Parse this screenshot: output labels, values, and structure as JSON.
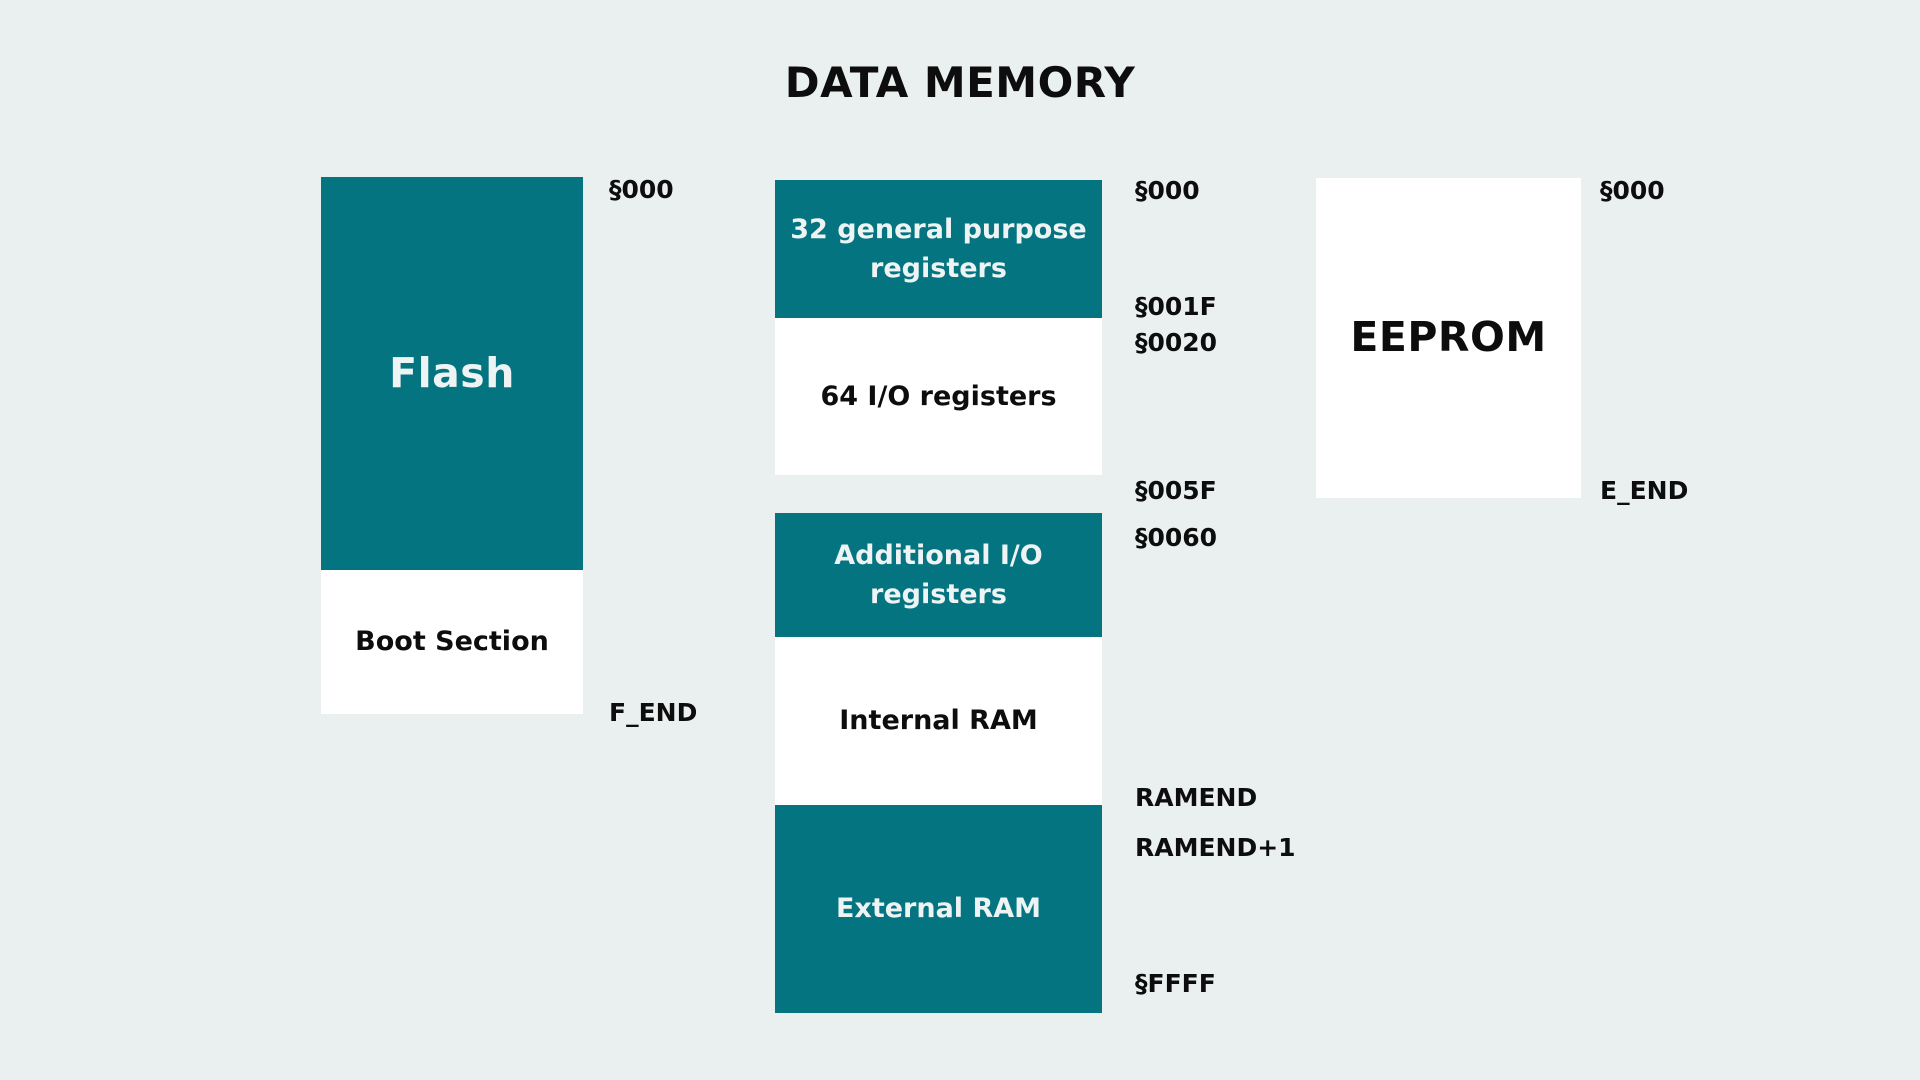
{
  "diagram": {
    "title": "DATA MEMORY",
    "background_color": "#eaf0f0",
    "accent_color": "#047481",
    "block_fill_alt_color": "#ffffff",
    "text_dark_color": "#0d0d0d",
    "text_light_color": "#eef3f3"
  },
  "columns": [
    {
      "name": "program-memory",
      "blocks": [
        {
          "label": "Flash",
          "fill": "teal",
          "emphasis": "large"
        },
        {
          "label": "Boot Section",
          "fill": "white",
          "emphasis": "normal"
        }
      ],
      "addresses": [
        {
          "label": "§000"
        },
        {
          "label": "F_END"
        }
      ]
    },
    {
      "name": "data-memory",
      "blocks": [
        {
          "label": "32 general purpose registers",
          "fill": "teal",
          "emphasis": "normal"
        },
        {
          "label": "64 I/O registers",
          "fill": "white",
          "emphasis": "normal"
        },
        {
          "label": "Additional I/O registers",
          "fill": "teal",
          "emphasis": "normal"
        },
        {
          "label": "Internal RAM",
          "fill": "white",
          "emphasis": "normal"
        },
        {
          "label": "External RAM",
          "fill": "teal",
          "emphasis": "normal"
        }
      ],
      "addresses": [
        {
          "label": "§000"
        },
        {
          "label": "§001F"
        },
        {
          "label": "§0020"
        },
        {
          "label": "§005F"
        },
        {
          "label": "§0060"
        },
        {
          "label": "RAMEND"
        },
        {
          "label": "RAMEND+1"
        },
        {
          "label": "§FFFF"
        }
      ]
    },
    {
      "name": "eeprom-memory",
      "blocks": [
        {
          "label": "EEPROM",
          "fill": "white",
          "emphasis": "large"
        }
      ],
      "addresses": [
        {
          "label": "§000"
        },
        {
          "label": "E_END"
        }
      ]
    }
  ]
}
